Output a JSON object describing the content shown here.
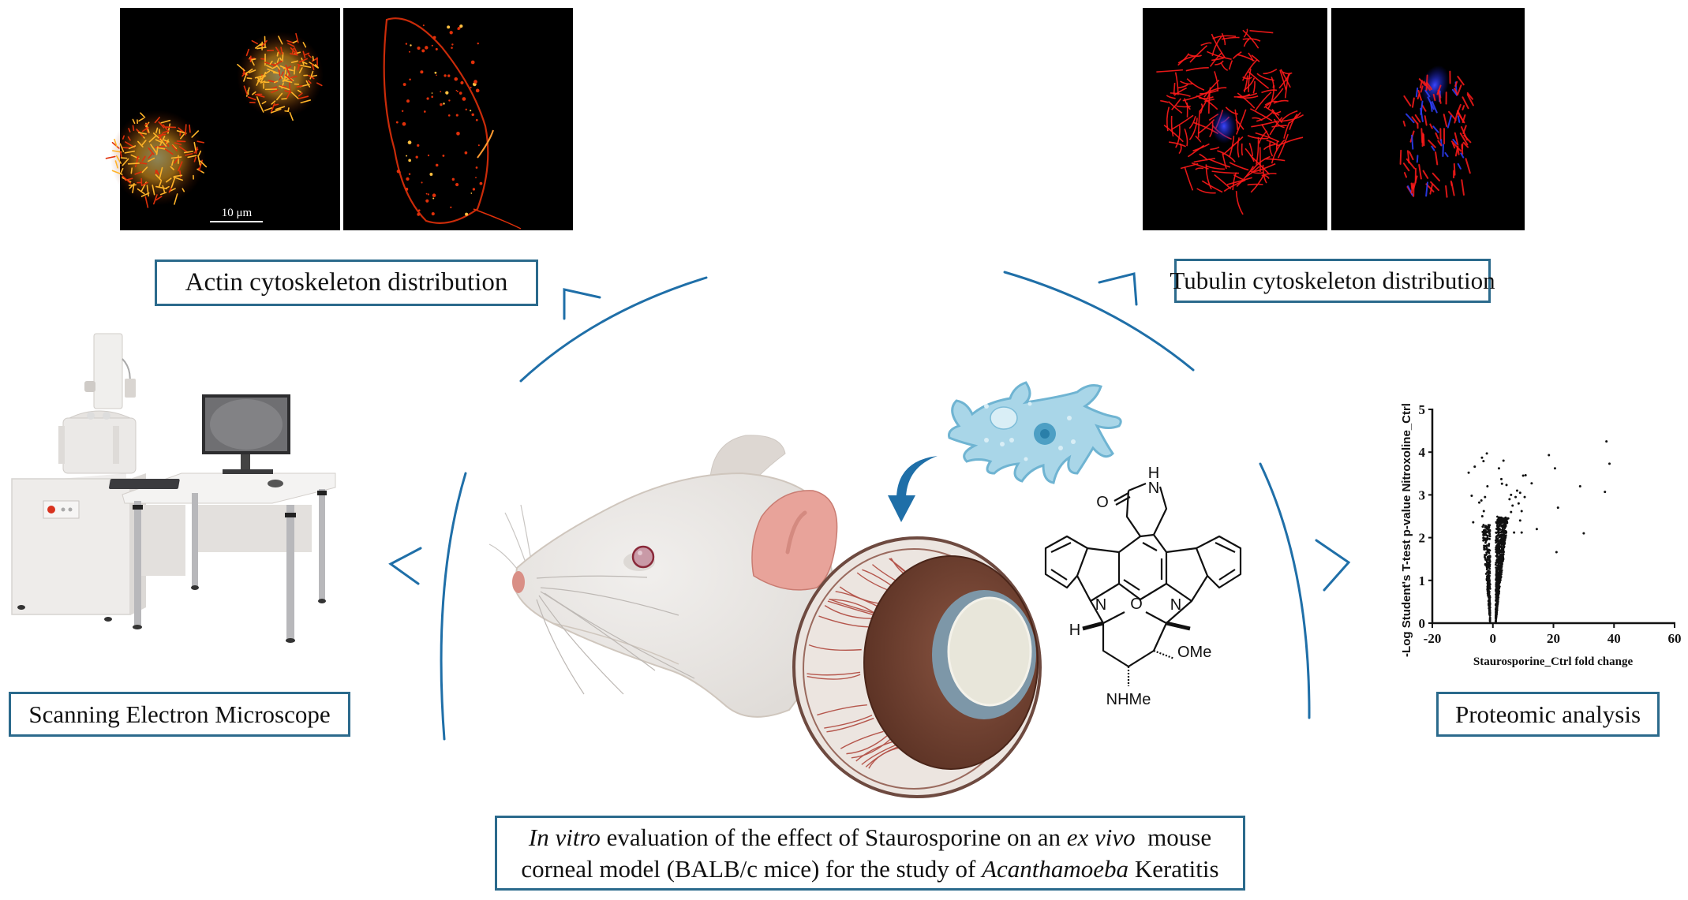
{
  "figure": {
    "type": "graphical-abstract",
    "accent_color": "#1f6fa8",
    "box_border_color": "#2b6a8c"
  },
  "panels": {
    "actin": {
      "label": "Actin cytoskeleton distribution",
      "scale_bar": "10 μm",
      "images": [
        "control-cell-actin",
        "treated-cell-actin"
      ],
      "stain_colors": [
        "#ffb428",
        "#e0300a"
      ]
    },
    "tubulin": {
      "label": "Tubulin cytoskeleton distribution",
      "images": [
        "control-cell-tubulin",
        "treated-cell-tubulin"
      ],
      "stain_colors": {
        "tubulin": "#ff1a1a",
        "nucleus": "#1a22ff"
      }
    },
    "sem": {
      "label": "Scanning Electron Microscope"
    },
    "proteomic": {
      "label": "Proteomic analysis"
    },
    "center": {
      "illustrations": [
        "mouse-head",
        "eyeball",
        "acanthamoeba",
        "staurosporine-structure"
      ],
      "molecule_labels": {
        "h_top": "H",
        "n_top": "N",
        "o_carbonyl": "O",
        "n_left": "N",
        "n_right": "N",
        "o_ring": "O",
        "h_left": "H",
        "ome": "OMe",
        "nhme": "NHMe"
      }
    },
    "main_caption": {
      "line1": [
        {
          "text": "In vitro",
          "italic": true
        },
        {
          "text": " evaluation of the effect of Staurosporine on an ",
          "italic": false
        },
        {
          "text": "ex vivo",
          "italic": true
        },
        {
          "text": "  mouse",
          "italic": false
        }
      ],
      "line2": [
        {
          "text": "corneal model (BALB/c mice) for the study of ",
          "italic": false
        },
        {
          "text": "Acanthamoeba",
          "italic": true
        },
        {
          "text": " Keratitis",
          "italic": false
        }
      ]
    }
  },
  "chart_data": {
    "type": "scatter",
    "title": "",
    "xlabel": "Staurosporine_Ctrl fold change",
    "ylabel": "-Log Student's T-test p-value Nitroxoline_Ctrl",
    "xlim": [
      -20,
      60
    ],
    "ylim": [
      0,
      5
    ],
    "xticks": [
      -20,
      0,
      20,
      40,
      60
    ],
    "yticks": [
      0,
      1,
      2,
      3,
      4,
      5
    ],
    "xtick_labels": [
      "-20",
      "0",
      "20",
      "40",
      "60"
    ],
    "ytick_labels": [
      "0",
      "1",
      "2",
      "3",
      "4",
      "5"
    ],
    "grid": false,
    "legend": "none",
    "series": [
      {
        "name": "proteins-outliers",
        "points": [
          [
            -8,
            3.52
          ],
          [
            -6,
            3.66
          ],
          [
            -7,
            2.98
          ],
          [
            -6.5,
            2.36
          ],
          [
            -3.6,
            3.87
          ],
          [
            -3.1,
            3.79
          ],
          [
            -2,
            3.97
          ],
          [
            -4.5,
            2.82
          ],
          [
            -3.8,
            2.87
          ],
          [
            -3,
            2.62
          ],
          [
            -2.6,
            2.95
          ],
          [
            -1.8,
            3.2
          ],
          [
            -3.5,
            2.5
          ],
          [
            3.5,
            3.8
          ],
          [
            2,
            3.62
          ],
          [
            2.8,
            3.37
          ],
          [
            3,
            3.26
          ],
          [
            4.5,
            3.23
          ],
          [
            10,
            3.45
          ],
          [
            10.8,
            3.46
          ],
          [
            12.8,
            3.27
          ],
          [
            18.5,
            3.93
          ],
          [
            20.5,
            3.62
          ],
          [
            28.8,
            3.2
          ],
          [
            37.5,
            4.25
          ],
          [
            38.5,
            3.73
          ],
          [
            37,
            3.07
          ],
          [
            21.5,
            2.7
          ],
          [
            14.5,
            2.2
          ],
          [
            30,
            2.1
          ],
          [
            21,
            1.66
          ],
          [
            9.5,
            2.12
          ],
          [
            7,
            2.12
          ],
          [
            8,
            3.1
          ],
          [
            9,
            3.05
          ],
          [
            10.5,
            2.95
          ],
          [
            7.5,
            2.95
          ],
          [
            8.5,
            2.8
          ],
          [
            6,
            2.6
          ],
          [
            9.5,
            2.62
          ],
          [
            5.5,
            2.9
          ],
          [
            6.5,
            2.75
          ],
          [
            9,
            2.4
          ],
          [
            5,
            2.45
          ],
          [
            6,
            3.0
          ]
        ]
      },
      {
        "name": "proteins-left-cluster",
        "x_range": [
          -3.5,
          -0.8
        ],
        "y_range": [
          0,
          2.3
        ],
        "description": "dense narrow cluster converging to x≈-1 at y=0"
      },
      {
        "name": "proteins-right-cluster",
        "x_range": [
          0.8,
          5
        ],
        "y_range": [
          0,
          2.5
        ],
        "description": "dense cluster converging to x≈1 at y=0, widening upward"
      }
    ]
  }
}
